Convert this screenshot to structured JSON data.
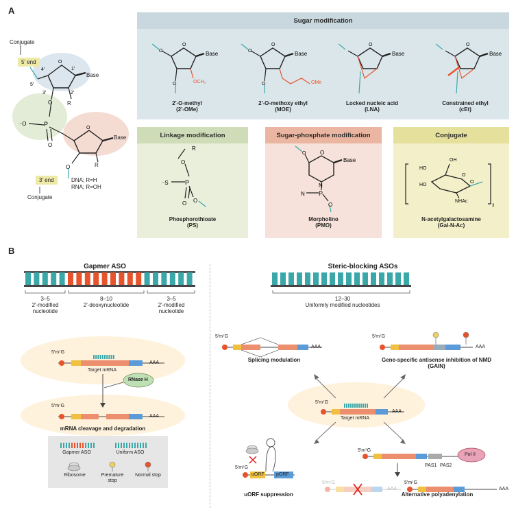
{
  "panel_a": {
    "letter": "A",
    "left_structure": {
      "conjugate_top": "Conjugate",
      "five_end": "5′ end",
      "three_end": "3′ end",
      "conjugate_bottom": "Conjugate",
      "base_top": "Base",
      "base_bottom": "Base",
      "dna_note": "DNA; R=H",
      "rna_note": "RNA; R=OH",
      "r_top": "R",
      "r_bottom": "R"
    },
    "sugar": {
      "title": "Sugar modification",
      "items": [
        {
          "name": "2′-O-methyl",
          "abbr": "(2′-OMe)",
          "sub": "OCH₃"
        },
        {
          "name": "2′-O-methoxy ethyl",
          "abbr": "(MOE)",
          "sub": "OMe"
        },
        {
          "name": "Locked nucleic acid",
          "abbr": "(LNA)",
          "sub": ""
        },
        {
          "name": "Constrained ethyl",
          "abbr": "(cEt)",
          "sub": ""
        }
      ],
      "base": "Base"
    },
    "linkage": {
      "title": "Linkage modification",
      "name": "Phosphorothioate",
      "abbr": "(PS)"
    },
    "sugar_phosphate": {
      "title": "Sugar-phosphate modification",
      "name": "Morpholino",
      "abbr": "(PMO)",
      "base": "Base"
    },
    "conjugate": {
      "title": "Conjugate",
      "name": "N-acetylgalactosamine",
      "abbr": "(Gal-N-Ac)",
      "nhac": "NHAc",
      "ho": "HO",
      "oh": "OH"
    }
  },
  "panel_b": {
    "letter": "B",
    "gapmer": {
      "title": "Gapmer ASO",
      "seg1": {
        "range": "3–5",
        "desc": "2′-modified nucleotide"
      },
      "seg2": {
        "range": "8–10",
        "desc": "2′-deoxynucleotide"
      },
      "seg3": {
        "range": "3–5",
        "desc": "2′-modified nucleotide"
      },
      "cap": "5′m⁷G",
      "polyA": "AAA",
      "target": "Target mRNA",
      "enzyme": "RNase H",
      "result": "mRNA cleavage and degradation"
    },
    "legend": {
      "gapmer": "Gapmer ASO",
      "uniform": "Uniform ASO",
      "ribosome": "Ribosome",
      "premature": "Premature stop",
      "normal": "Normal stop"
    },
    "steric": {
      "title": "Steric-blocking ASOs",
      "range": "12–30",
      "desc": "Uniformly modified nucleotides",
      "cap": "5′m⁷G",
      "polyA": "AAA",
      "target": "Target mRNA",
      "splicing": "Splicing modulation",
      "gain": "Gene-specific antisense inhibition of NMD (GAIN)",
      "uorf_label": "uORF suppression",
      "uorf": "uORF",
      "porf": "pORF",
      "pas1": "PAS1",
      "pas2": "PAS2",
      "pol": "Pol II",
      "polyadenylation": "Alternative polyadenylation"
    }
  },
  "colors": {
    "teal": "#3aa7a8",
    "orange": "#e8532b",
    "sugar_bg": "#dbe6ea",
    "sugar_head": "#c9d8df",
    "linkage_bg": "#e9efdb",
    "linkage_head": "#cfdcb8",
    "sp_bg": "#f6e2da",
    "sp_head": "#eab6a1",
    "conj_bg": "#f3f0c9",
    "conj_head": "#e5e09b"
  }
}
